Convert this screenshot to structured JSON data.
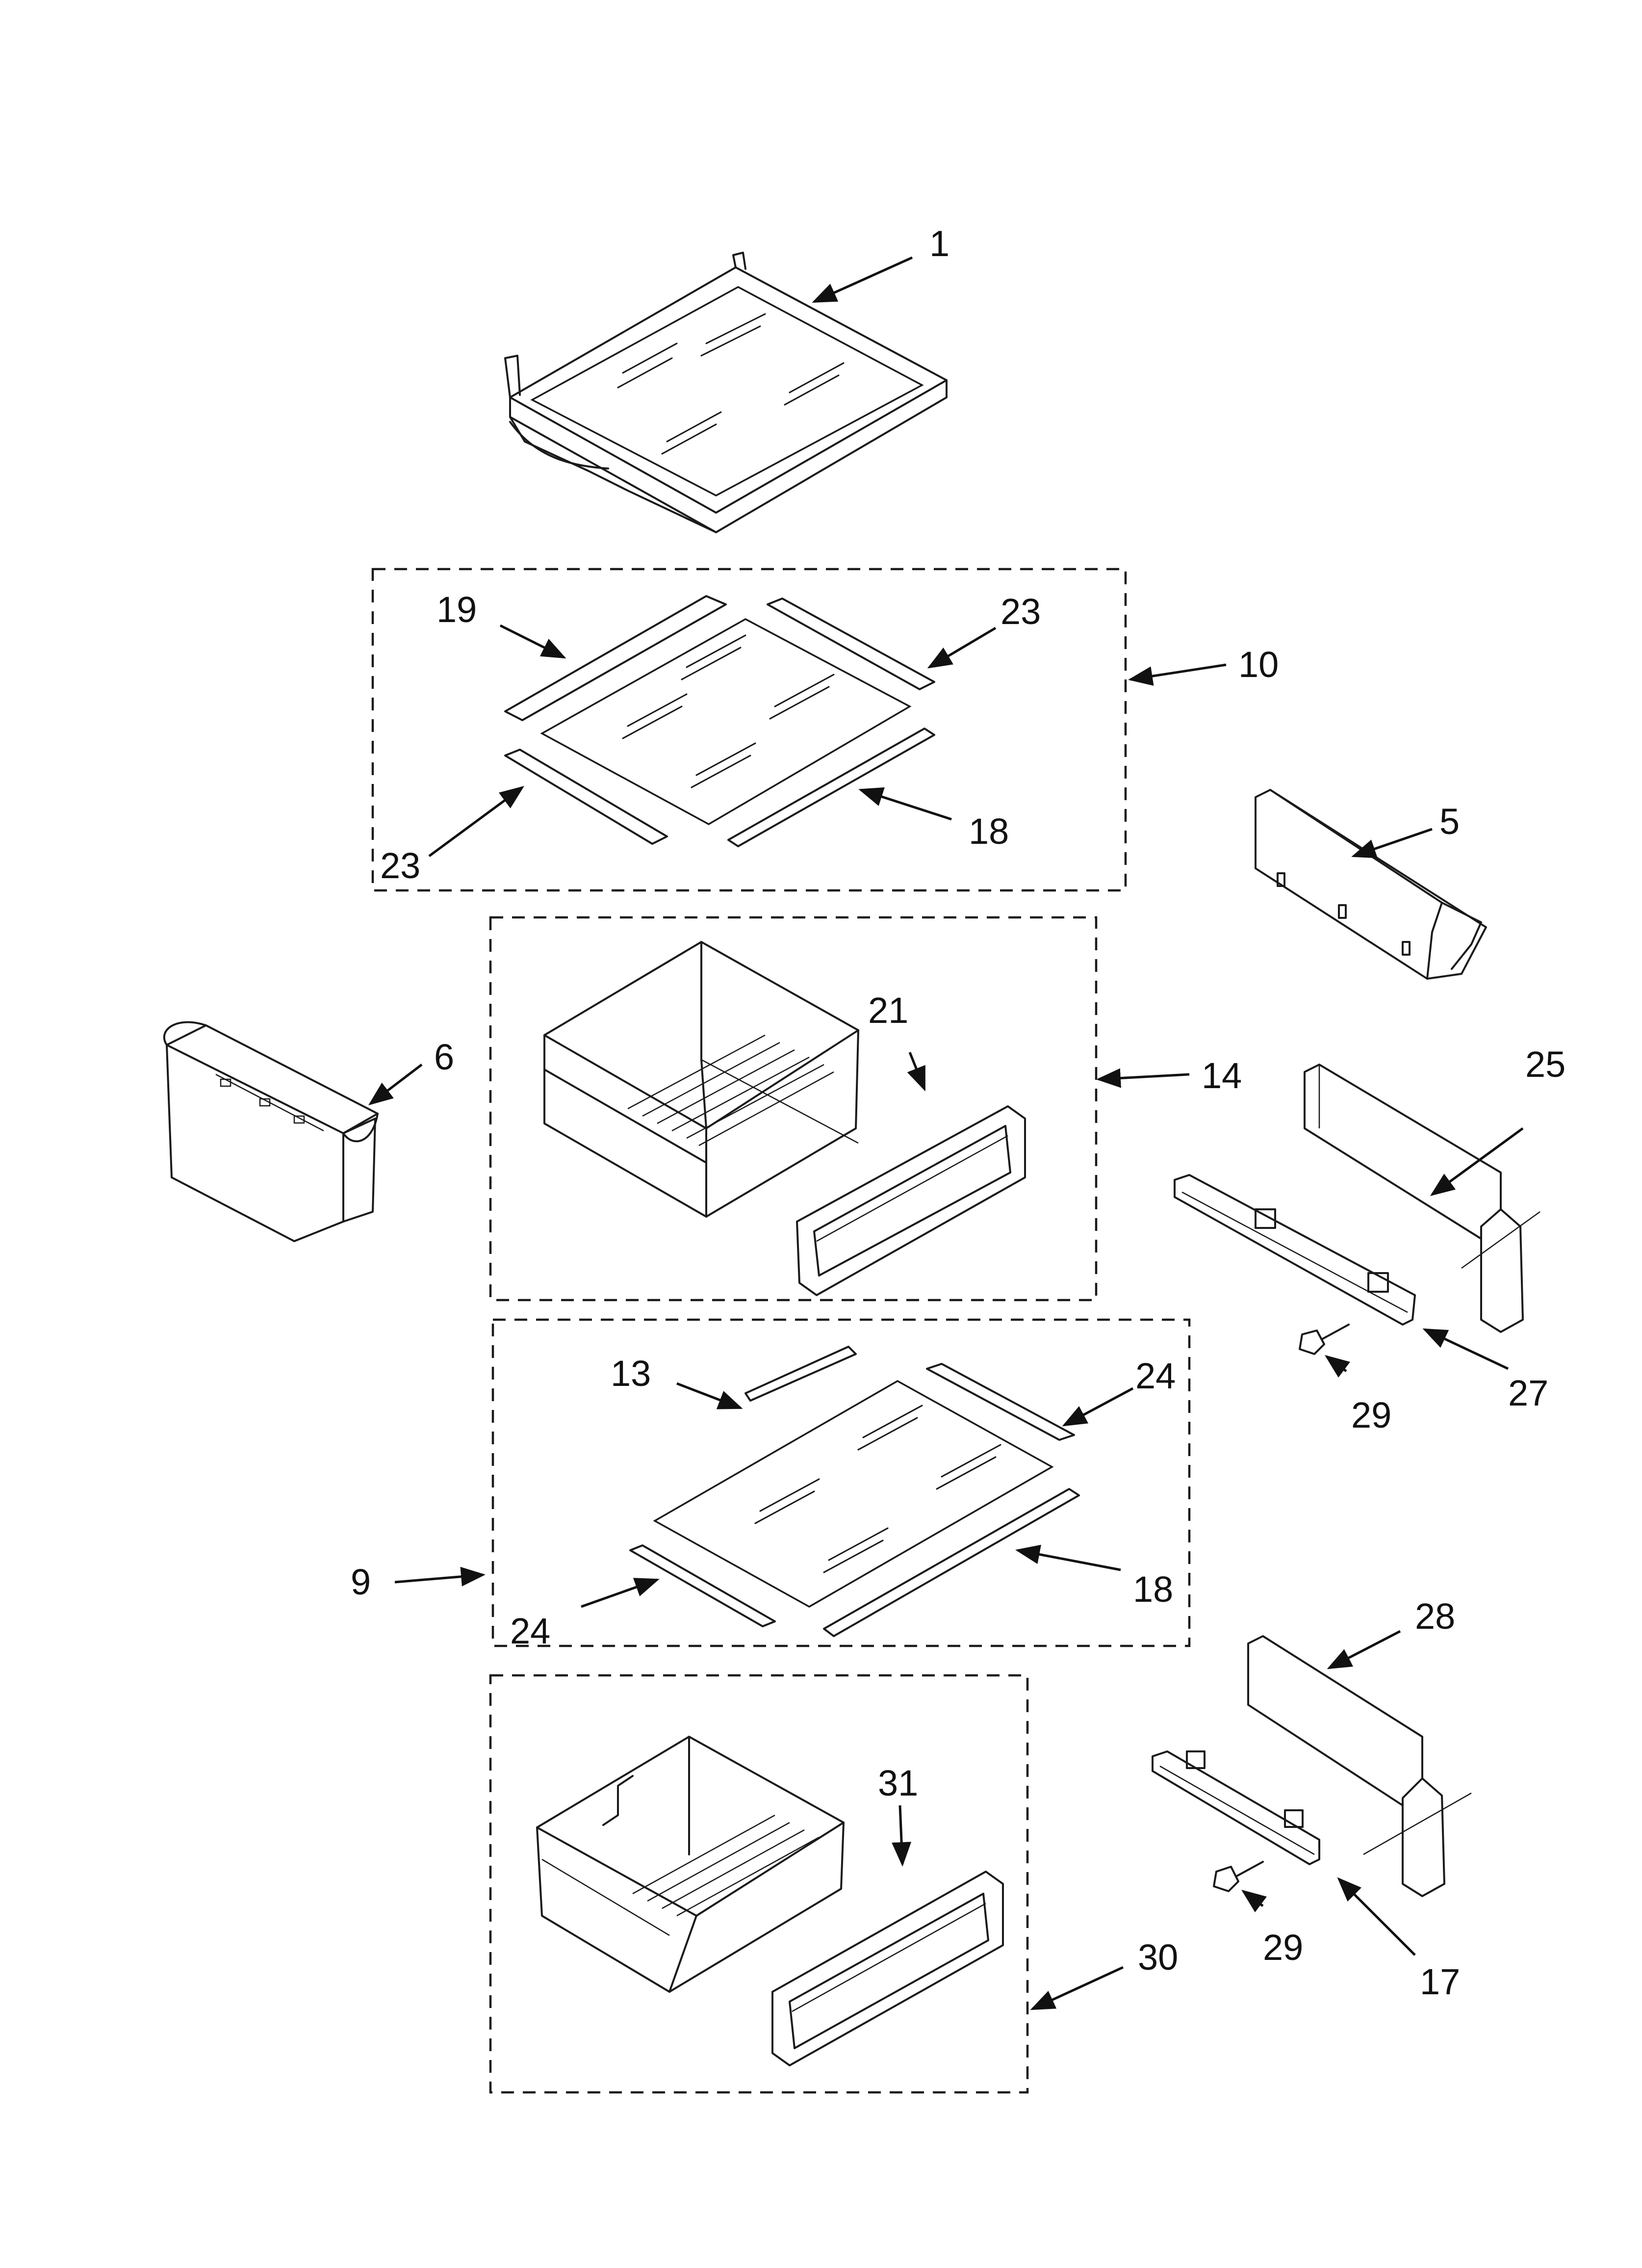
{
  "callouts": {
    "c1": "1",
    "c19": "19",
    "c23_top": "23",
    "c10": "10",
    "c23_bottom": "23",
    "c18_top": "18",
    "c5": "5",
    "c21": "21",
    "c6": "6",
    "c14": "14",
    "c25": "25",
    "c29_top": "29",
    "c27": "27",
    "c13": "13",
    "c24_top": "24",
    "c9": "9",
    "c18_bottom": "18",
    "c24_bottom": "24",
    "c28": "28",
    "c31": "31",
    "c30": "30",
    "c29_bottom": "29",
    "c17": "17"
  }
}
